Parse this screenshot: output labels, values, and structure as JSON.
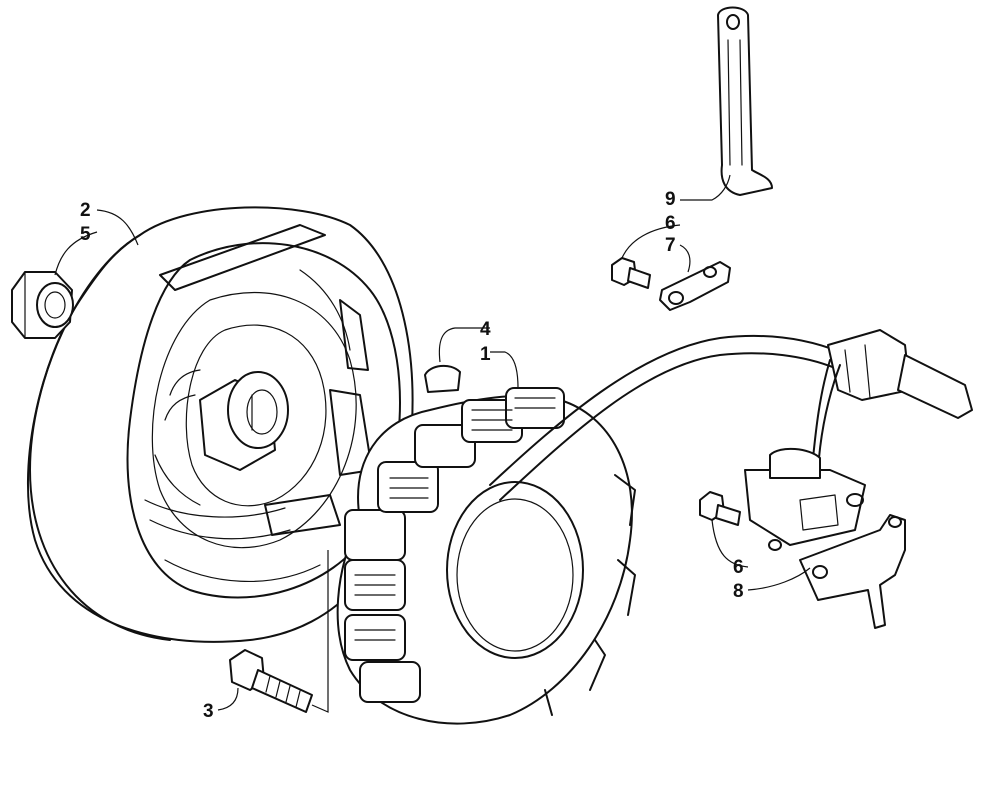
{
  "callouts": {
    "c1": "1",
    "c2": "2",
    "c3": "3",
    "c4": "4",
    "c5": "5",
    "c6a": "6",
    "c6b": "6",
    "c7": "7",
    "c8": "8",
    "c9": "9"
  }
}
